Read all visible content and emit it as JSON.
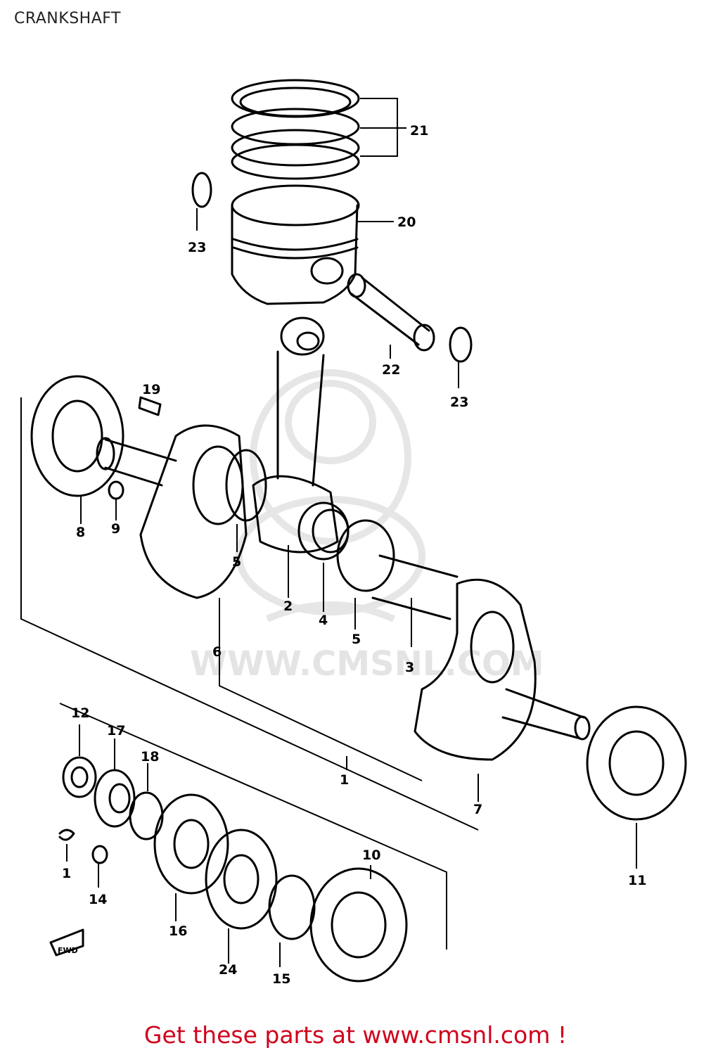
{
  "title": "CRANKSHAFT",
  "watermark": "WWW.CMSNL.COM",
  "footer": "Get these parts at www.cmsnl.com !",
  "front_marker": "FWD",
  "callouts": [
    "1",
    "2",
    "3",
    "4",
    "5",
    "5",
    "6",
    "7",
    "8",
    "9",
    "10",
    "11",
    "12",
    "14",
    "15",
    "16",
    "17",
    "18",
    "19",
    "20",
    "21",
    "22",
    "23",
    "23",
    "24",
    "1"
  ]
}
